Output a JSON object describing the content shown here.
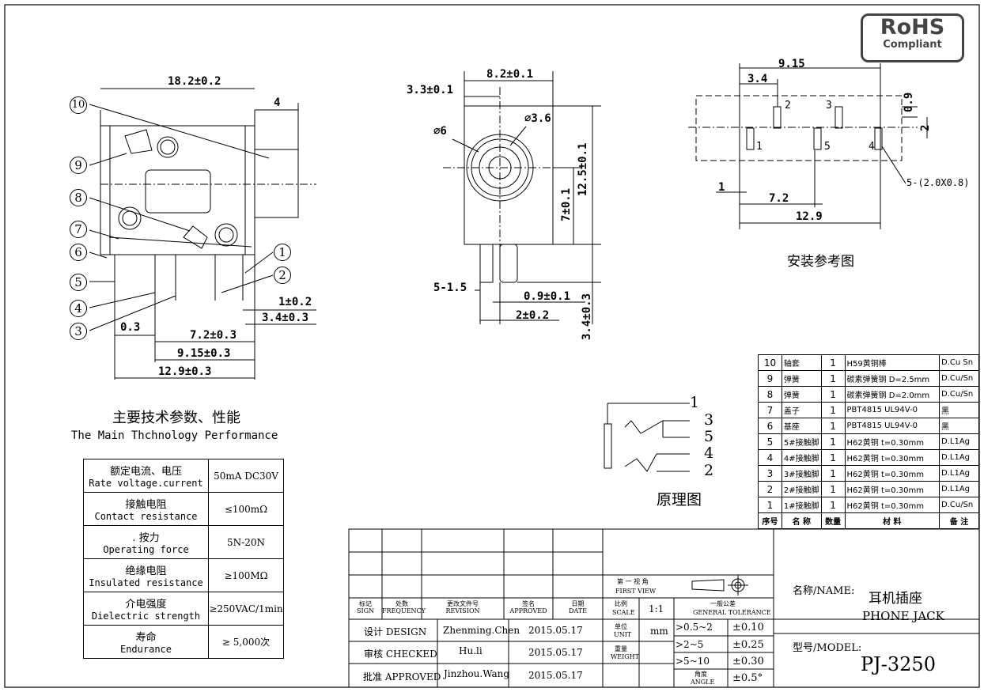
{
  "logo": {
    "line1": "RoHS",
    "line2": "Compliant"
  },
  "side_view": {
    "dims": [
      "18.2±0.2",
      "4",
      "1±0.2",
      "3.4±0.3",
      "0.3",
      "7.2±0.3",
      "9.15±0.3",
      "12.9±0.3"
    ],
    "callouts": [
      "10",
      "9",
      "8",
      "7",
      "6",
      "5",
      "4",
      "3",
      "1",
      "2"
    ]
  },
  "front_view": {
    "dims": [
      "8.2±0.1",
      "3.3±0.1",
      "⌀6",
      "⌀3.6",
      "12.5±0.1",
      "7±0.1",
      "5-1.5",
      "0.9±0.1",
      "2±0.2",
      "3.4±0.3"
    ]
  },
  "mount_view": {
    "dims": [
      "9.15",
      "3.4",
      "0.9",
      "2",
      "1",
      "7.2",
      "12.9",
      "5-(2.0X0.8)"
    ],
    "pin_labels": [
      "2",
      "3",
      "1",
      "5",
      "4"
    ],
    "caption": "安装参考图"
  },
  "schematic": {
    "pins": [
      "1",
      "3",
      "5",
      "4",
      "2"
    ],
    "caption": "原理图"
  },
  "spec_title_cn": "主要技术参数、性能",
  "spec_title_en": "The Main Thchnology Performance",
  "specs": [
    {
      "cn": "额定电流、电压",
      "en": "Rate voltage.current",
      "value": "50mA DC30V"
    },
    {
      "cn": "接触电阻",
      "en": "Contact resistance",
      "value": "≤100mΩ"
    },
    {
      "cn": ". 按力",
      "en": "Operating force",
      "value": "5N-20N"
    },
    {
      "cn": "绝缘电阻",
      "en": "Insulated resistance",
      "value": "≥100MΩ"
    },
    {
      "cn": "介电强度",
      "en": "Dielectric strength",
      "value": "≥250VAC/1min"
    },
    {
      "cn": "寿命",
      "en": "Endurance",
      "value": "≥ 5,000次"
    }
  ],
  "parts": [
    {
      "no": "10",
      "name": "轴套",
      "qty": "1",
      "material": "H59黄铜棒",
      "note": "D.Cu Sn"
    },
    {
      "no": "9",
      "name": "弹簧",
      "qty": "1",
      "material": "碳素弹簧钢 D=2.5mm",
      "note": "D.Cu/Sn"
    },
    {
      "no": "8",
      "name": "弹簧",
      "qty": "1",
      "material": "碳素弹簧钢 D=2.0mm",
      "note": "D.Cu/Sn"
    },
    {
      "no": "7",
      "name": "盖子",
      "qty": "1",
      "material": "PBT4815 UL94V-0",
      "note": "黑"
    },
    {
      "no": "6",
      "name": "基座",
      "qty": "1",
      "material": "PBT4815 UL94V-0",
      "note": "黑"
    },
    {
      "no": "5",
      "name": "5#接触脚",
      "qty": "1",
      "material": "H62黄铜 t=0.30mm",
      "note": "D.L1Ag"
    },
    {
      "no": "4",
      "name": "4#接触脚",
      "qty": "1",
      "material": "H62黄铜 t=0.30mm",
      "note": "D.L1Ag"
    },
    {
      "no": "3",
      "name": "3#接触脚",
      "qty": "1",
      "material": "H62黄铜 t=0.30mm",
      "note": "D.L1Ag"
    },
    {
      "no": "2",
      "name": "2#接触脚",
      "qty": "1",
      "material": "H62黄铜 t=0.30mm",
      "note": "D.L1Ag"
    },
    {
      "no": "1",
      "name": "1#接触脚",
      "qty": "1",
      "material": "H62黄铜 t=0.30mm",
      "note": "D.Cu/Sn"
    }
  ],
  "parts_header": {
    "no": "序号",
    "name": "名 称",
    "qty": "数量",
    "material": "材 料",
    "note": "备 注"
  },
  "title_block": {
    "rev_headers": [
      {
        "cn": "标记",
        "en": "SIGN"
      },
      {
        "cn": "处数",
        "en": "FREQUENCY"
      },
      {
        "cn": "更改文件号",
        "en": "REVISION"
      },
      {
        "cn": "签名",
        "en": "APPROVED"
      },
      {
        "cn": "日期",
        "en": "DATE"
      }
    ],
    "design_label": "设计 DESIGN",
    "design_name": "Zhenming.Chen",
    "design_date": "2015.05.17",
    "checked_label": "审核 CHECKED",
    "checked_name": "Hu.li",
    "checked_date": "2015.05.17",
    "approved_label": "批准 APPROVED",
    "approved_name": "Jinzhou.Wang",
    "approved_date": "2015.05.17",
    "view_cn": "第 一 视 角",
    "view_en": "FIRST VIEW",
    "scale_cn": "比例",
    "scale_en": "SCALE",
    "scale": "1:1",
    "tol_cn": "一般公差",
    "tol_en": "GENERAL TOLERANCE",
    "unit_cn": "单位",
    "unit_en": "UNIT",
    "unit": "mm",
    "weight_cn": "重量",
    "weight_en": "WEIGHT",
    "angle_cn": "角度",
    "angle_en": "ANGLE",
    "tolerances": [
      {
        "range": ">0.5~2",
        "tol": "±0.10"
      },
      {
        "range": ">2~5",
        "tol": "±0.25"
      },
      {
        "range": ">5~10",
        "tol": "±0.30"
      },
      {
        "range": "",
        "tol": "±0.5°"
      }
    ],
    "name_label": "名称/NAME:",
    "name_cn": "耳机插座",
    "name_en": "PHONE JACK",
    "model_label": "型号/MODEL:",
    "model": "PJ-3250"
  }
}
